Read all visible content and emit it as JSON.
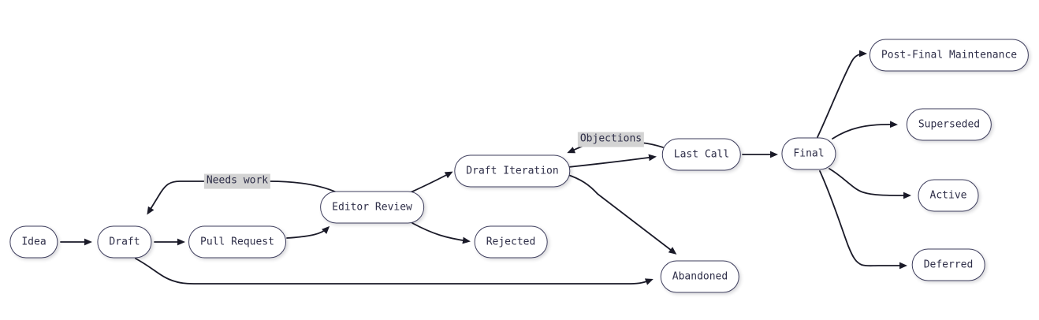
{
  "diagram": {
    "type": "flowchart",
    "direction": "left-to-right",
    "nodes": [
      {
        "id": "idea",
        "label": "Idea"
      },
      {
        "id": "draft",
        "label": "Draft"
      },
      {
        "id": "pull-request",
        "label": "Pull Request"
      },
      {
        "id": "editor-review",
        "label": "Editor Review"
      },
      {
        "id": "draft-iteration",
        "label": "Draft Iteration"
      },
      {
        "id": "rejected",
        "label": "Rejected"
      },
      {
        "id": "last-call",
        "label": "Last Call"
      },
      {
        "id": "final",
        "label": "Final"
      },
      {
        "id": "post-final-maintenance",
        "label": "Post-Final Maintenance"
      },
      {
        "id": "superseded",
        "label": "Superseded"
      },
      {
        "id": "active",
        "label": "Active"
      },
      {
        "id": "deferred",
        "label": "Deferred"
      },
      {
        "id": "abandoned",
        "label": "Abandoned"
      }
    ],
    "edges": [
      {
        "from": "Idea",
        "to": "Draft",
        "label": ""
      },
      {
        "from": "Draft",
        "to": "Pull Request",
        "label": ""
      },
      {
        "from": "Pull Request",
        "to": "Editor Review",
        "label": ""
      },
      {
        "from": "Editor Review",
        "to": "Draft",
        "label": "Needs work"
      },
      {
        "from": "Editor Review",
        "to": "Draft Iteration",
        "label": ""
      },
      {
        "from": "Editor Review",
        "to": "Rejected",
        "label": ""
      },
      {
        "from": "Draft Iteration",
        "to": "Last Call",
        "label": ""
      },
      {
        "from": "Last Call",
        "to": "Draft Iteration",
        "label": "Objections"
      },
      {
        "from": "Draft Iteration",
        "to": "Abandoned",
        "label": ""
      },
      {
        "from": "Draft",
        "to": "Abandoned",
        "label": ""
      },
      {
        "from": "Last Call",
        "to": "Final",
        "label": ""
      },
      {
        "from": "Final",
        "to": "Post-Final Maintenance",
        "label": ""
      },
      {
        "from": "Final",
        "to": "Superseded",
        "label": ""
      },
      {
        "from": "Final",
        "to": "Active",
        "label": ""
      },
      {
        "from": "Final",
        "to": "Deferred",
        "label": ""
      }
    ],
    "colors": {
      "canvas_bg": "#ffffff",
      "node_fill": "#ffffff",
      "node_border": "#3f3f5e",
      "node_text": "#2e2e48",
      "edge_line": "#1a1a28",
      "edge_label_bg": "#d3d3d3",
      "edge_label_text": "#2e2e48"
    }
  }
}
